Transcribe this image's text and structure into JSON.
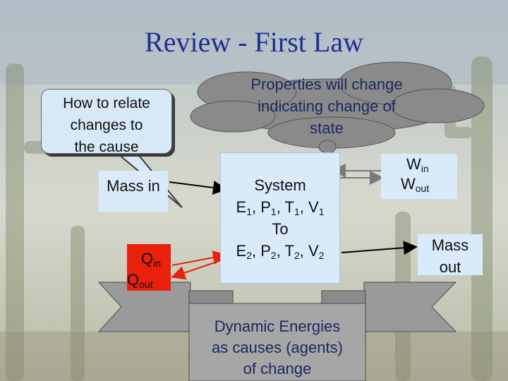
{
  "slide": {
    "title": "Review - First Law",
    "callout": {
      "text_lines": [
        "How to relate",
        "changes to",
        "the cause"
      ]
    },
    "thought_cloud": {
      "text_lines": [
        "Properties will change",
        "indicating change of",
        "state"
      ]
    },
    "mass_in": {
      "label": "Mass in"
    },
    "heat": {
      "q": "Q",
      "in_sub": "in",
      "out_sub": "out"
    },
    "system": {
      "heading": "System",
      "to_label": "To",
      "state1": {
        "E": "E",
        "E_sub": "1",
        "P": "P",
        "P_sub": "1",
        "T": "T",
        "T_sub": "1",
        "V": "V",
        "V_sub": "1"
      },
      "state2": {
        "E": "E",
        "E_sub": "2",
        "P": "P",
        "P_sub": "2",
        "T": "T",
        "T_sub": "2",
        "V": "V",
        "V_sub": "2"
      }
    },
    "work": {
      "w": "W",
      "in_sub": "in",
      "out_sub": "out"
    },
    "mass_out": {
      "text_lines": [
        "Mass",
        "out"
      ]
    },
    "banner": {
      "text_lines": [
        "Dynamic Energies",
        "as  causes (agents)",
        "of change"
      ]
    }
  }
}
